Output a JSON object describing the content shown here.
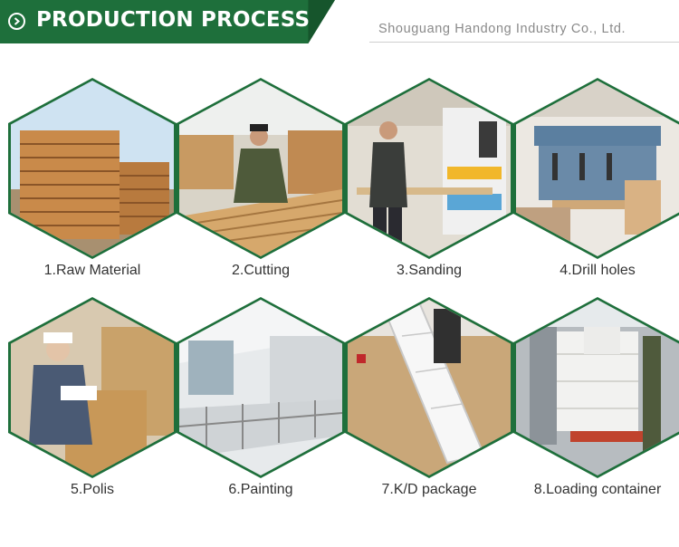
{
  "header": {
    "title": "PRODUCTION PROCESS",
    "company": "Shouguang Handong Industry Co., Ltd."
  },
  "steps": [
    {
      "label": "1.Raw Material",
      "icon": "lumber-stack-photo"
    },
    {
      "label": "2.Cutting",
      "icon": "worker-cutting-photo"
    },
    {
      "label": "3.Sanding",
      "icon": "sanding-machine-photo"
    },
    {
      "label": "4.Drill holes",
      "icon": "drilling-machine-photo"
    },
    {
      "label": "5.Polis",
      "icon": "worker-polishing-photo"
    },
    {
      "label": "6.Painting",
      "icon": "paint-workshop-photo"
    },
    {
      "label": "7.K/D package",
      "icon": "kd-package-photo"
    },
    {
      "label": "8.Loading container",
      "icon": "loading-container-photo"
    }
  ],
  "colors": {
    "brand": "#1e6f3b",
    "brand_dark": "#16552c",
    "text": "#333333",
    "subtle": "#8a8a8a"
  }
}
